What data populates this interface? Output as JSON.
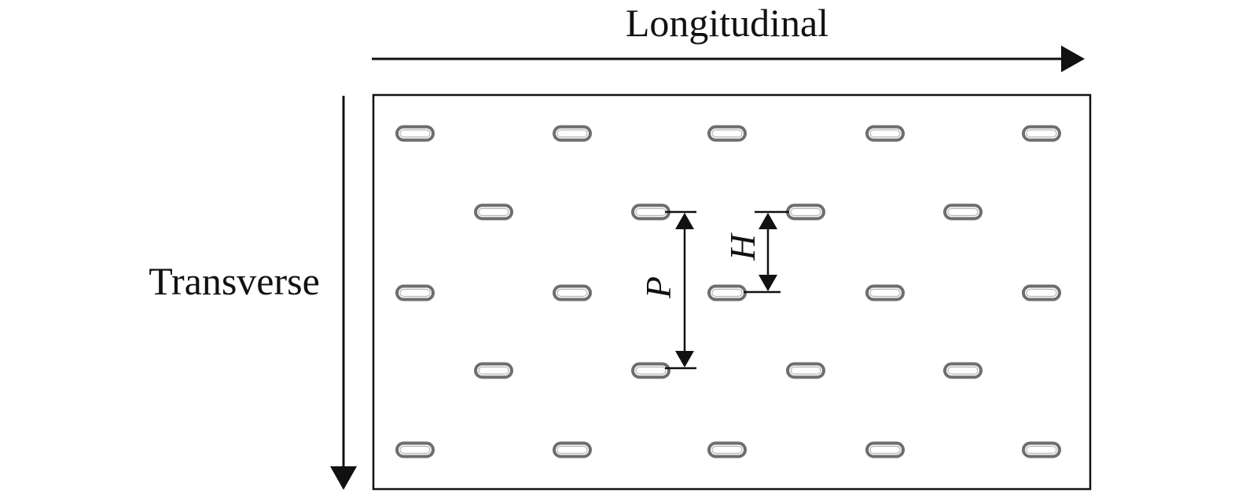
{
  "labels": {
    "longitudinal": "Longitudinal",
    "transverse": "Transverse",
    "pitch": "P",
    "offset": "H"
  },
  "colors": {
    "line": "#111111",
    "slot_outline": "#6e6e6e",
    "background": "#ffffff"
  },
  "slot_pattern": {
    "rows": 5,
    "slots_per_row": [
      5,
      4,
      5,
      4,
      5
    ],
    "arrangement": "staggered"
  }
}
